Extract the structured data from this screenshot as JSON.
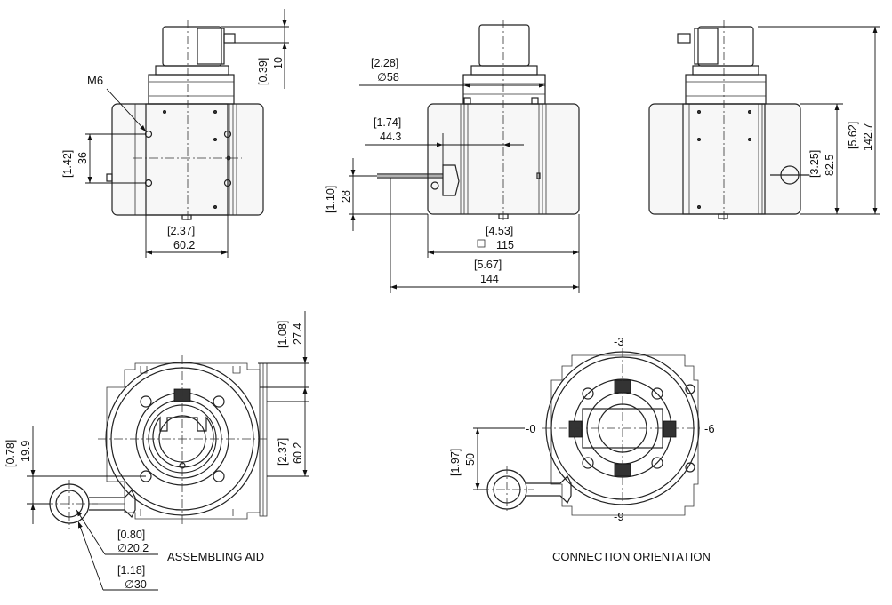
{
  "labels": {
    "thread": "M6",
    "assembling_aid": "ASSEMBLING AID",
    "connection_orientation": "CONNECTION ORIENTATION",
    "orient_top": "-3",
    "orient_left": "-0",
    "orient_right": "-6",
    "orient_bottom": "-9"
  },
  "dims": {
    "conn_height_in": "[0.39]",
    "conn_height_mm": "10",
    "hole_spacing_in": "[1.42]",
    "hole_spacing_mm": "36",
    "front_width_in": "[2.37]",
    "front_width_mm": "60.2",
    "flange_dia_in": "[2.28]",
    "flange_dia_mm": "∅58",
    "shaft_offset_in": "[1.74]",
    "shaft_offset_mm": "44.3",
    "cable_height_in": "[1.10]",
    "cable_height_mm": "28",
    "body_len_in": "[4.53]",
    "body_len_mm": "115",
    "total_len_in": "[5.67]",
    "total_len_mm": "144",
    "body_height_in": "[3.25]",
    "body_height_mm": "82.5",
    "total_height_in": "[5.62]",
    "total_height_mm": "142.7",
    "top_offset_in": "[1.08]",
    "top_offset_mm": "27.4",
    "bottom_width_in": "[2.37]",
    "bottom_width_mm": "60.2",
    "aid_offset_in": "[0.78]",
    "aid_offset_mm": "19.9",
    "aid_inner_in": "[0.80]",
    "aid_inner_mm": "∅20.2",
    "aid_outer_in": "[1.18]",
    "aid_outer_mm": "∅30",
    "orient_offset_in": "[1.97]",
    "orient_offset_mm": "50"
  }
}
